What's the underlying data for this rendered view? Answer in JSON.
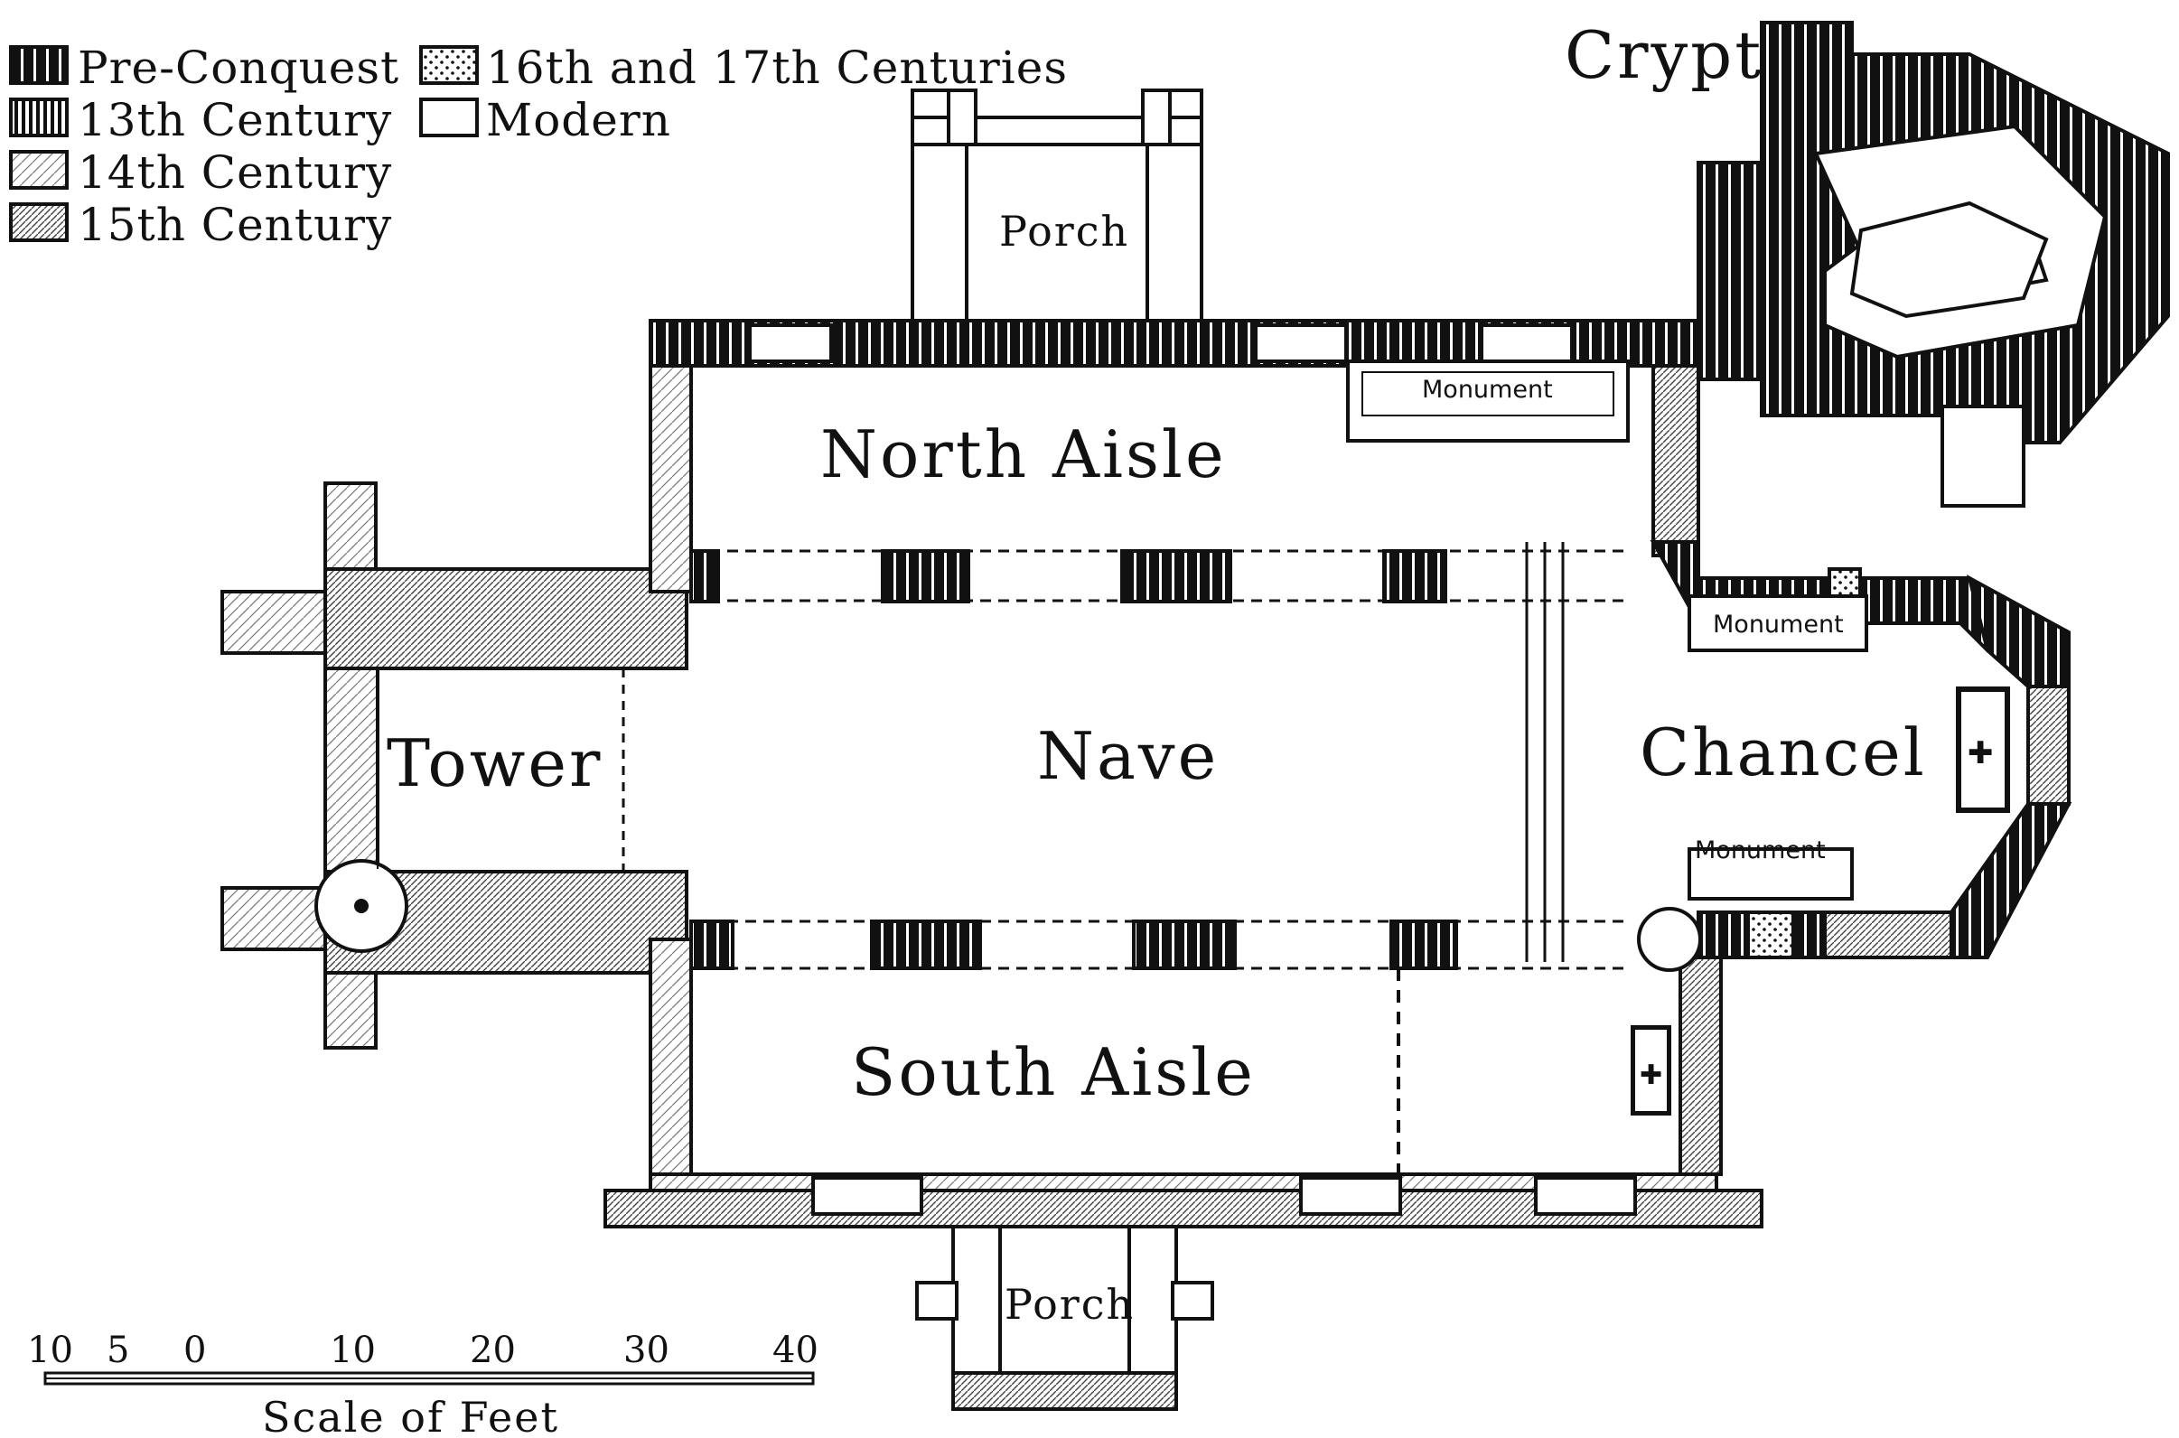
{
  "legend": {
    "items": [
      {
        "key": "pre-conquest",
        "label": "Pre-Conquest",
        "fill": "url(#p-pre)"
      },
      {
        "key": "13th",
        "label": "13th Century",
        "fill": "url(#p-13)"
      },
      {
        "key": "14th",
        "label": "14th Century",
        "fill": "url(#p-14)"
      },
      {
        "key": "15th",
        "label": "15th Century",
        "fill": "url(#p-15)"
      },
      {
        "key": "16-17th",
        "label": "16th and 17th Centuries",
        "fill": "url(#p-16)"
      },
      {
        "key": "modern",
        "label": "Modern",
        "fill": "url(#p-mod)"
      }
    ]
  },
  "labels": {
    "crypt": "Crypt",
    "porch_north": "Porch",
    "porch_south": "Porch",
    "north_aisle": "North Aisle",
    "south_aisle": "South Aisle",
    "tower": "Tower",
    "nave": "Nave",
    "chancel": "Chancel",
    "monument_1": "Monument",
    "monument_2": "Monument",
    "monument_3": "Monument"
  },
  "scale": {
    "title": "Scale of Feet",
    "ticks": [
      "10",
      "5",
      "0",
      "10",
      "20",
      "30",
      "40"
    ]
  },
  "colors": {
    "ink": "#111111",
    "paper": "#ffffff"
  }
}
